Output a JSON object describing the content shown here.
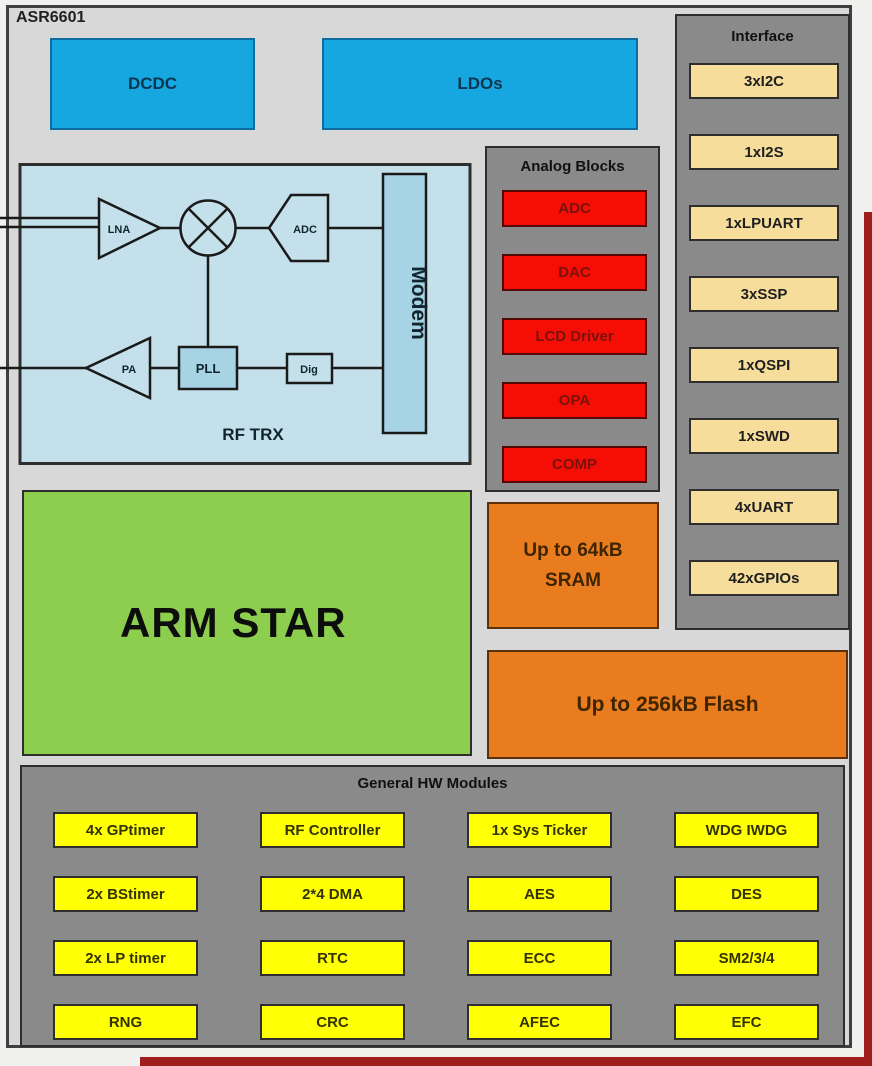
{
  "chip": {
    "label": "ASR6601"
  },
  "power": {
    "dcdc": "DCDC",
    "ldos": "LDOs"
  },
  "rf_trx": {
    "label": "RF TRX",
    "lna": "LNA",
    "adc": "ADC",
    "modem": "Modem",
    "pll": "PLL",
    "pa": "PA",
    "dig": "Dig"
  },
  "analog": {
    "title": "Analog Blocks",
    "items": [
      "ADC",
      "DAC",
      "LCD Driver",
      "OPA",
      "COMP"
    ]
  },
  "interface": {
    "title": "Interface",
    "items": [
      "3xI2C",
      "1xI2S",
      "1xLPUART",
      "3xSSP",
      "1xQSPI",
      "1xSWD",
      "4xUART",
      "42xGPIOs"
    ]
  },
  "cpu": {
    "label": "ARM STAR"
  },
  "memory": {
    "sram_line1": "Up to 64kB",
    "sram_line2": "SRAM",
    "flash": "Up to 256kB Flash"
  },
  "hw_modules": {
    "title": "General HW Modules",
    "items": [
      "4x GPtimer",
      "RF Controller",
      "1x Sys Ticker",
      "WDG IWDG",
      "2x BStimer",
      "2*4 DMA",
      "AES",
      "DES",
      "2x LP timer",
      "RTC",
      "ECC",
      "SM2/3/4",
      "RNG",
      "CRC",
      "AFEC",
      "EFC"
    ]
  },
  "colors": {
    "chip_background": "#d8d8d8",
    "power_blue": "#17a7e0",
    "rf_trx_fill": "#c4e1eb",
    "rf_inner_fill": "#a6d4e4",
    "panel_gray": "#8a8a8a",
    "analog_red": "#f60e06",
    "interface_tan": "#f7dd9b",
    "cpu_green": "#8dce4e",
    "memory_orange": "#e87c1f",
    "module_yellow": "#ffff05",
    "frame_red": "#a01d1d"
  }
}
